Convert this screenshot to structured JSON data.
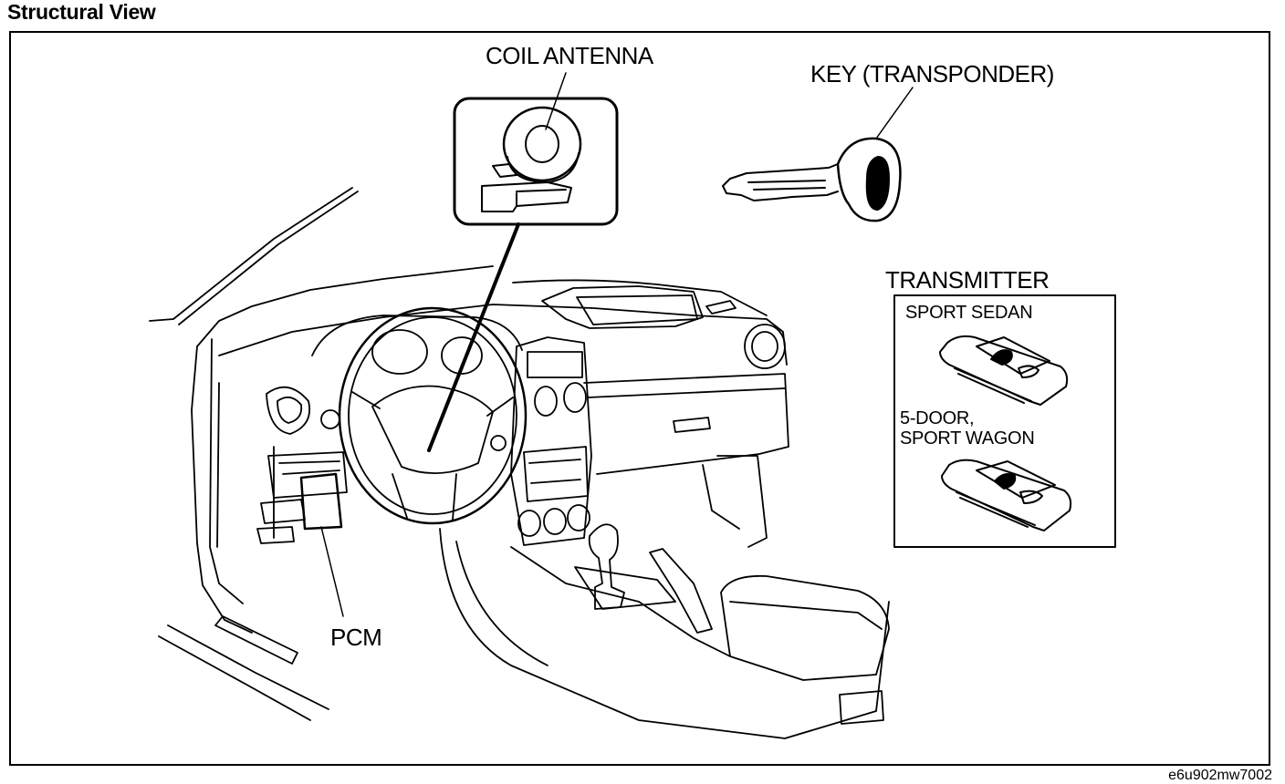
{
  "title": "Structural View",
  "labels": {
    "coil_antenna": "COIL ANTENNA",
    "key": "KEY (TRANSPONDER)",
    "transmitter": "TRANSMITTER",
    "sport_sedan": "SPORT SEDAN",
    "five_door_line1": "5-DOOR,",
    "five_door_line2": "SPORT WAGON",
    "pcm": "PCM"
  },
  "figure_code": "e6u902mw7002",
  "colors": {
    "ink": "#000000",
    "paper": "#ffffff"
  }
}
